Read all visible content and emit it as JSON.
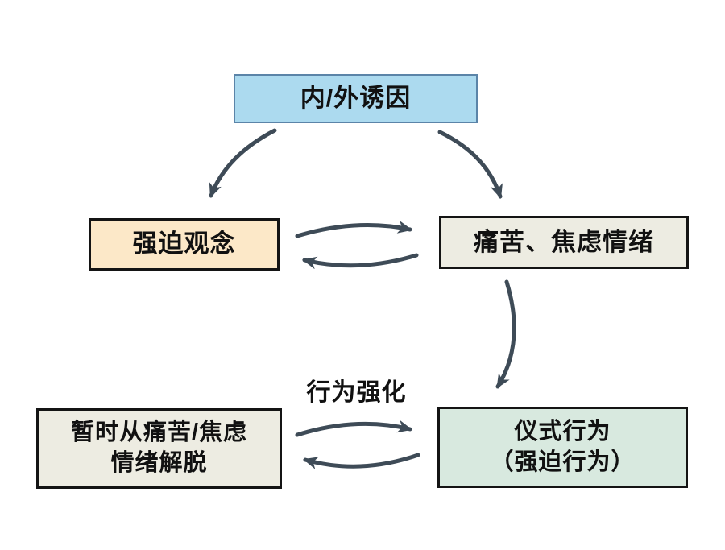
{
  "diagram": {
    "description": "OCD cycle flowchart",
    "nodes": {
      "trigger": {
        "label": "内/外诱因",
        "bg": "#acdaef",
        "border": "#5b84a8"
      },
      "obsession": {
        "label": "强迫观念",
        "bg": "#fce8c8",
        "border": "#141414"
      },
      "distress": {
        "label": "痛苦、焦虑情绪",
        "bg": "#edece2",
        "border": "#141414"
      },
      "relief": {
        "lines": [
          "暂时从痛苦/焦虑",
          "情绪解脱"
        ],
        "bg": "#edece2",
        "border": "#141414"
      },
      "ritual": {
        "lines": [
          "仪式行为",
          "（强迫行为）"
        ],
        "bg": "#d8e9df",
        "border": "#141414"
      }
    },
    "labels": {
      "reinforcement": "行为强化"
    },
    "edges": [
      {
        "from": "trigger",
        "to": "obsession",
        "style": "curved"
      },
      {
        "from": "trigger",
        "to": "distress",
        "style": "curved"
      },
      {
        "from": "obsession",
        "to": "distress",
        "style": "curved"
      },
      {
        "from": "distress",
        "to": "obsession",
        "style": "curved"
      },
      {
        "from": "distress",
        "to": "ritual",
        "style": "curved"
      },
      {
        "from": "relief",
        "to": "ritual",
        "style": "curved",
        "label": "行为强化"
      },
      {
        "from": "ritual",
        "to": "relief",
        "style": "curved"
      }
    ],
    "arrow_color": "#3e4b57",
    "background": "#ffffff"
  }
}
